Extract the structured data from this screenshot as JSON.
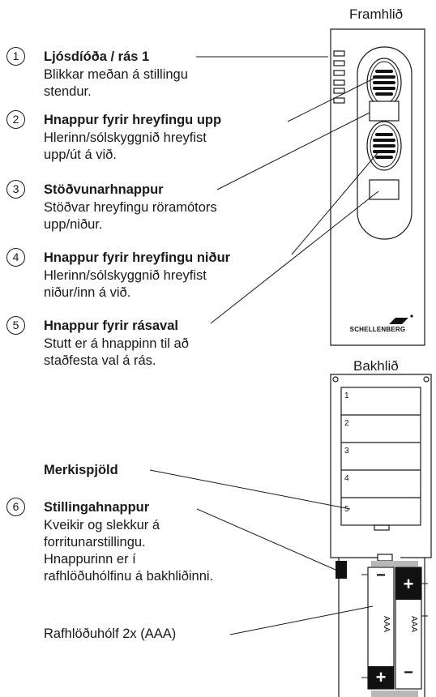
{
  "views": {
    "front": "Framhlið",
    "back": "Bakhlið"
  },
  "items": [
    {
      "num": "1",
      "title": "Ljósdíóða / rás 1",
      "desc": [
        "Blikkar meðan á stillingu",
        "stendur."
      ]
    },
    {
      "num": "2",
      "title": "Hnappur fyrir hreyfingu upp",
      "desc": [
        "Hlerinn/sólskyggnið hreyfist",
        "upp/út á við."
      ]
    },
    {
      "num": "3",
      "title": "Stöðvunarhnappur",
      "desc": [
        "Stöðvar hreyfingu röramótors",
        "upp/niður."
      ]
    },
    {
      "num": "4",
      "title": "Hnappur fyrir hreyfingu niður",
      "desc": [
        "Hlerinn/sólskyggnið hreyfist",
        "niður/inn á við."
      ]
    },
    {
      "num": "5",
      "title": "Hnappur fyrir rásaval",
      "desc": [
        "Stutt er á hnappinn til að",
        "staðfesta val á rás."
      ]
    },
    {
      "num": "6",
      "title": "Stillingahnappur",
      "desc": [
        "Kveikir og slekkur á",
        "forritunarstillingu.",
        "Hnappurinn er í",
        "rafhlöðuhólfinu á bakhliðinni."
      ]
    }
  ],
  "label_cards": {
    "title": "Merkispjöld",
    "slots": [
      "1",
      "2",
      "3",
      "4",
      "5"
    ]
  },
  "battery": {
    "caption": "Rafhlöðuhólf 2x (AAA)",
    "type": "AAA",
    "plus": "+",
    "minus": "−"
  },
  "brand": "SCHELLENBERG"
}
